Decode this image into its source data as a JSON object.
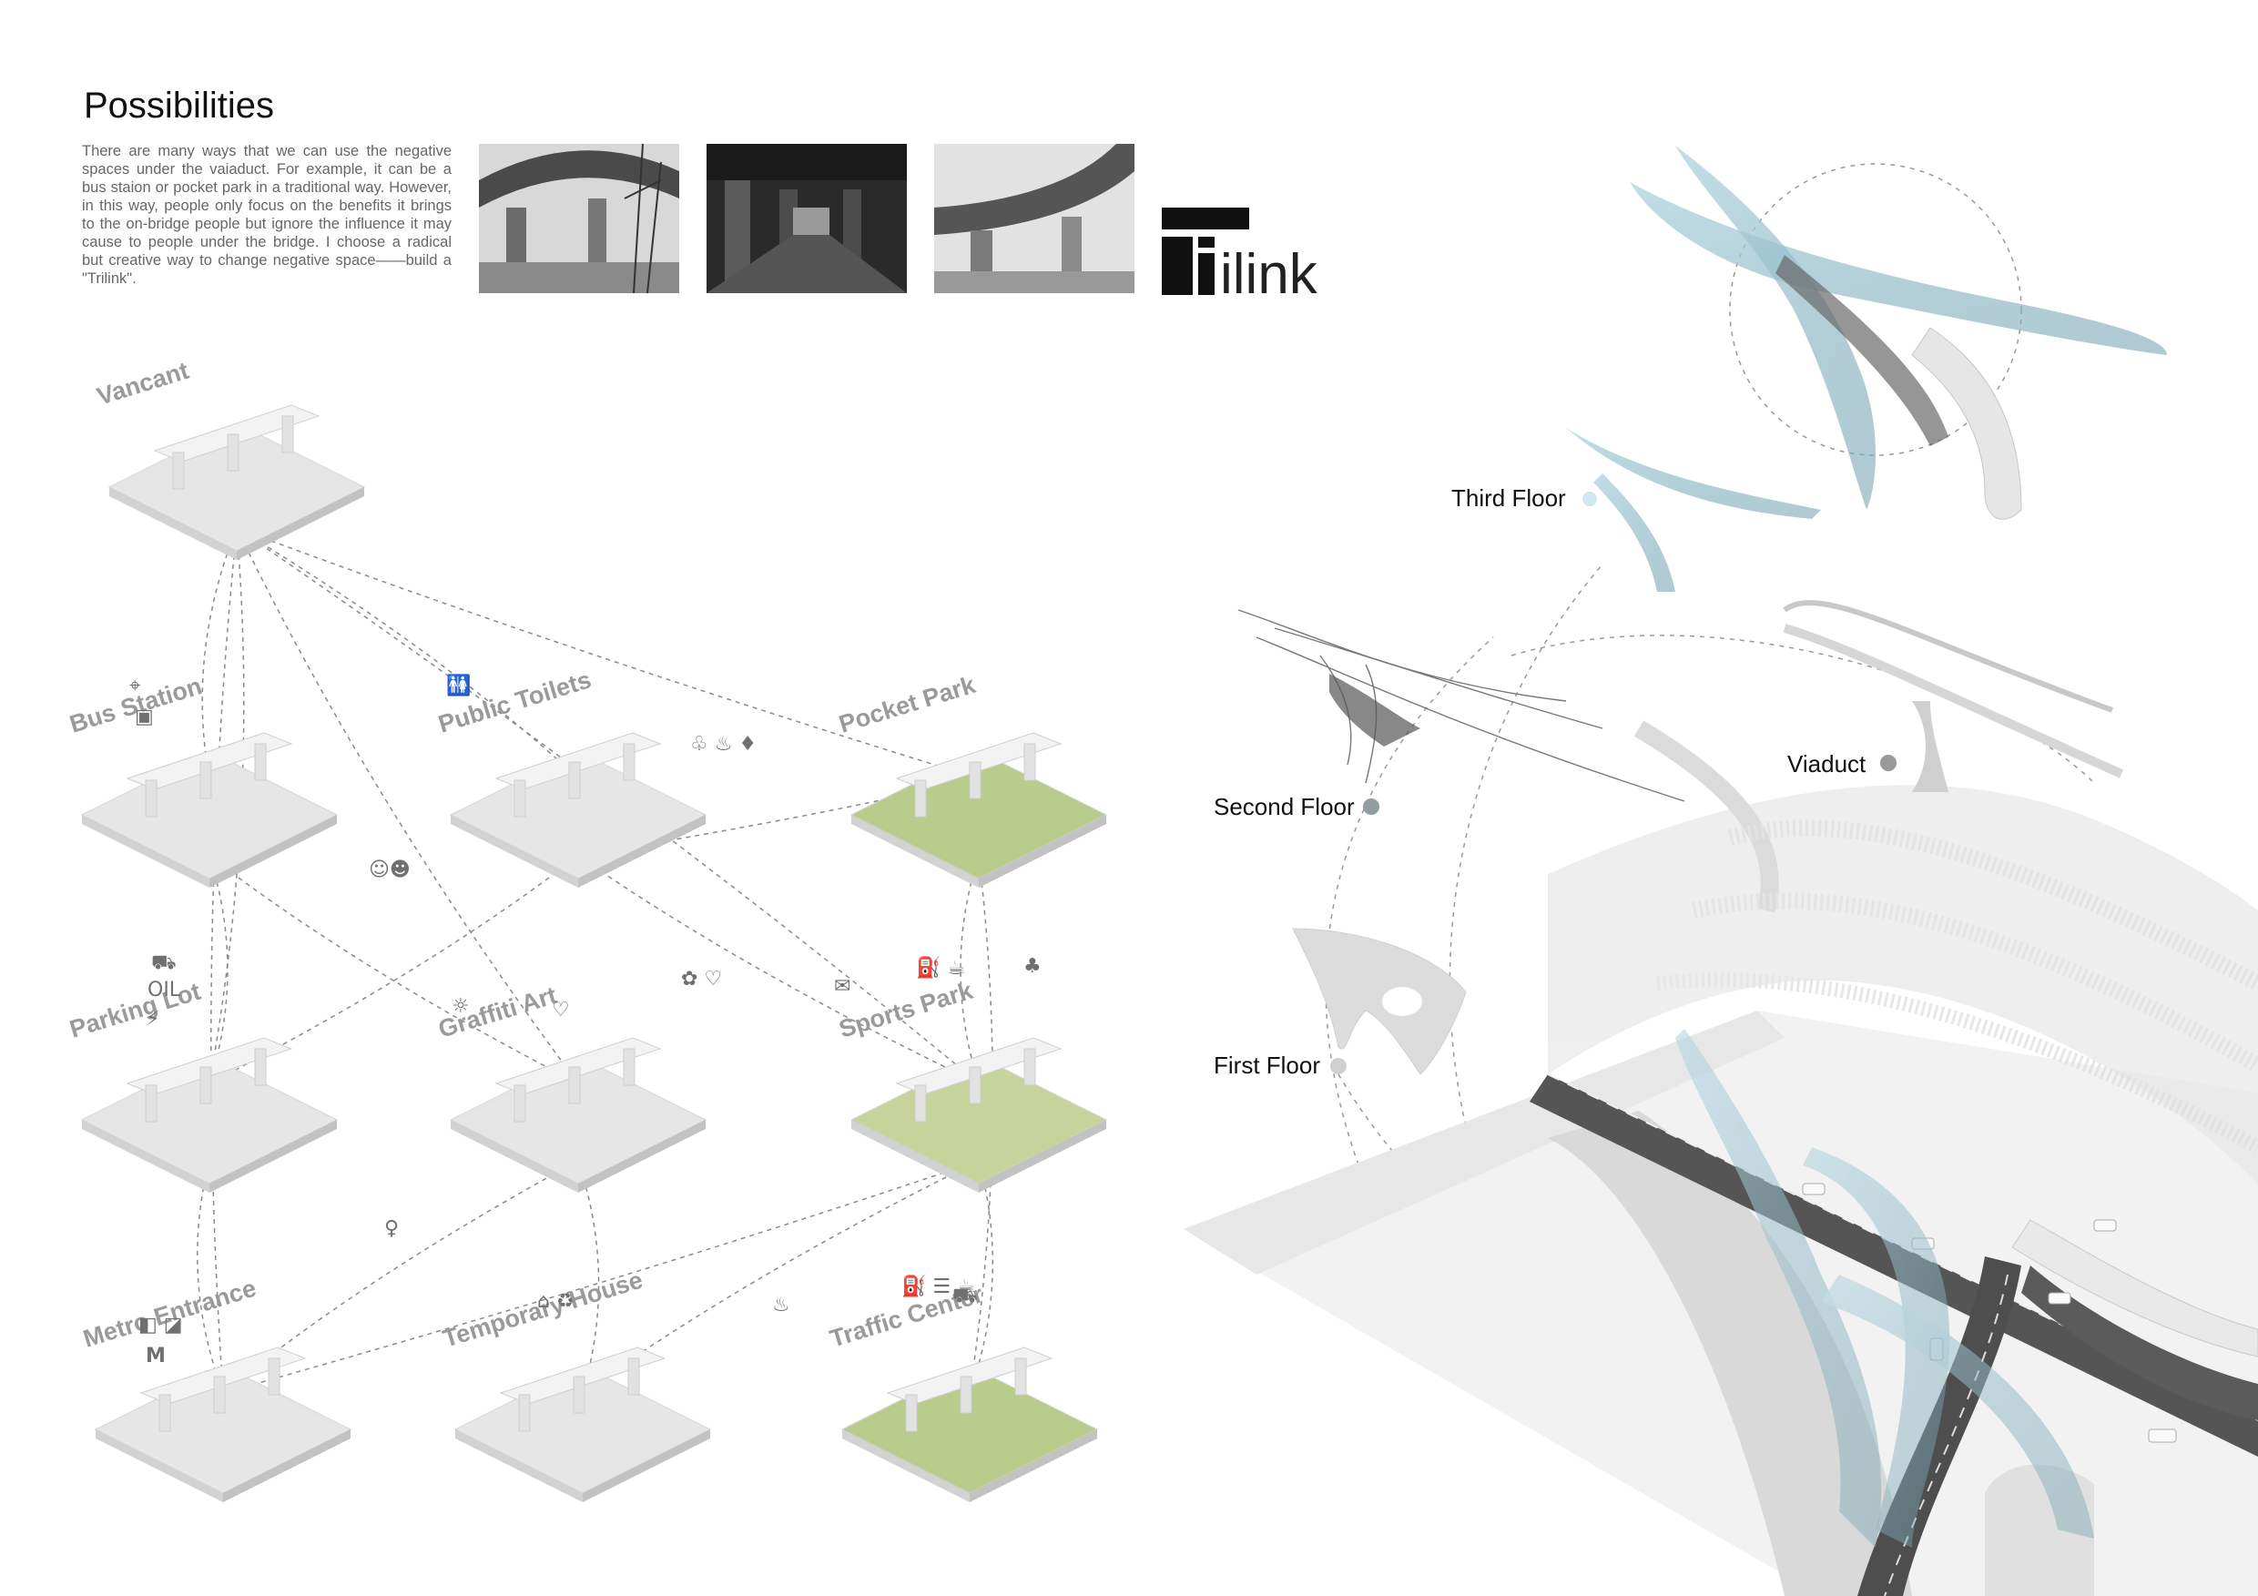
{
  "page": {
    "title": "Possibilities",
    "intro": "There are many ways that we can use the negative spaces under the vaiaduct. For example, it can be a bus staion or pocket park in a traditional way. However, in this way, people only focus on the benefits it brings to the on-bridge people but ignore the influence it may cause to people under the bridge. I choose a radical but creative way to change negative space——build a \"Trilink\"."
  },
  "logo": {
    "text": "ilink"
  },
  "photos": [
    {
      "name": "viaduct-photo-curve"
    },
    {
      "name": "viaduct-photo-underpass"
    },
    {
      "name": "viaduct-photo-ramp"
    }
  ],
  "modules": [
    {
      "id": "vacant",
      "label": "Vancant",
      "ground": "#e6e6e6"
    },
    {
      "id": "bus",
      "label": "Bus Station",
      "ground": "#e6e6e6"
    },
    {
      "id": "toilets",
      "label": "Public Toilets",
      "ground": "#e6e6e6"
    },
    {
      "id": "pocket",
      "label": "Pocket Park",
      "ground": "#b9cc8c"
    },
    {
      "id": "parking",
      "label": "Parking Lot",
      "ground": "#e6e6e6"
    },
    {
      "id": "graffiti",
      "label": "Graffiti Art",
      "ground": "#e6e6e6"
    },
    {
      "id": "sports",
      "label": "Sports Park",
      "ground": "#c6d49c"
    },
    {
      "id": "metro",
      "label": "Metro Entrance",
      "ground": "#e6e6e6"
    },
    {
      "id": "temporary",
      "label": "Temporary House",
      "ground": "#e6e6e6"
    },
    {
      "id": "traffic",
      "label": "Traffic Center",
      "ground": "#b9cc8c"
    }
  ],
  "links": [
    [
      "vacant",
      "bus"
    ],
    [
      "vacant",
      "toilets"
    ],
    [
      "vacant",
      "pocket"
    ],
    [
      "vacant",
      "parking"
    ],
    [
      "vacant",
      "graffiti"
    ],
    [
      "vacant",
      "sports"
    ],
    [
      "vacant",
      "metro"
    ],
    [
      "bus",
      "parking"
    ],
    [
      "bus",
      "graffiti"
    ],
    [
      "toilets",
      "pocket"
    ],
    [
      "toilets",
      "sports"
    ],
    [
      "toilets",
      "parking"
    ],
    [
      "pocket",
      "sports"
    ],
    [
      "pocket",
      "traffic"
    ],
    [
      "parking",
      "metro"
    ],
    [
      "graffiti",
      "temporary"
    ],
    [
      "graffiti",
      "metro"
    ],
    [
      "sports",
      "traffic"
    ],
    [
      "sports",
      "temporary"
    ],
    [
      "sports",
      "metro"
    ]
  ],
  "link_icons": [
    {
      "name": "location-pin-icon",
      "glyph": "⌖"
    },
    {
      "name": "bus-icon",
      "glyph": "▣"
    },
    {
      "name": "faucet-toilet-icon",
      "glyph": "🚻"
    },
    {
      "name": "hands-leaf-water-icon",
      "glyph": "♧ ♨ ♦"
    },
    {
      "name": "theater-masks-icon",
      "glyph": "☺☻"
    },
    {
      "name": "car-icon",
      "glyph": "⛟"
    },
    {
      "name": "oil-label-icon",
      "glyph": "OIL"
    },
    {
      "name": "ev-charge-icon",
      "glyph": "⚡"
    },
    {
      "name": "lightbulb-head-icon",
      "glyph": "☼"
    },
    {
      "name": "heart-hand-icon",
      "glyph": "♡"
    },
    {
      "name": "paw-hand-icon",
      "glyph": "✿ ♡"
    },
    {
      "name": "chat-icon",
      "glyph": "✉"
    },
    {
      "name": "fuel-cup-icon",
      "glyph": "⛽ ☕"
    },
    {
      "name": "tree-person-icon",
      "glyph": "♣"
    },
    {
      "name": "person-walk-icon",
      "glyph": "♀"
    },
    {
      "name": "photo-signs-icon",
      "glyph": "◧ ◪"
    },
    {
      "name": "metro-m-icon",
      "glyph": "M"
    },
    {
      "name": "sale-home-recycle-icon",
      "glyph": "⌂ ♻"
    },
    {
      "name": "kettle-icon",
      "glyph": "♨"
    },
    {
      "name": "fuel-wifi-coffee-icon",
      "glyph": "⛽ ☰ ☕"
    },
    {
      "name": "taxi-icon",
      "glyph": "⛟"
    }
  ],
  "floors": [
    {
      "id": "third",
      "label": "Third Floor",
      "dot": "#cfe8f0"
    },
    {
      "id": "second",
      "label": "Second Floor",
      "dot": "#8e9ea3"
    },
    {
      "id": "first",
      "label": "First Floor",
      "dot": "#cfcfcf"
    },
    {
      "id": "viaduct",
      "label": "Viaduct",
      "dot": "#999999"
    }
  ],
  "colors": {
    "accent_glass": "#8db7c4",
    "text_dark": "#111111",
    "text_gray": "#9a9a9a"
  }
}
